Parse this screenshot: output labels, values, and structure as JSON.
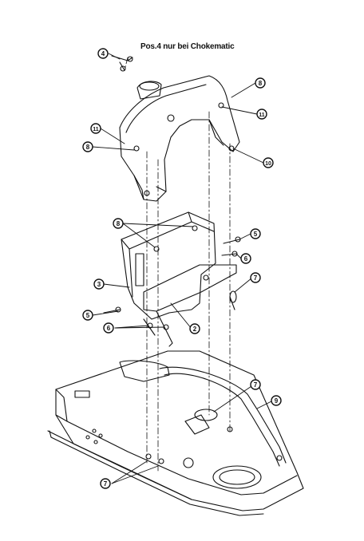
{
  "note": "Pos.4 nur bei Chokematic",
  "callouts": [
    {
      "id": "c4",
      "label": "4"
    },
    {
      "id": "c8-top",
      "label": "8"
    },
    {
      "id": "c11-r",
      "label": "11"
    },
    {
      "id": "c11-l",
      "label": "11"
    },
    {
      "id": "c8-l",
      "label": "8"
    },
    {
      "id": "c10",
      "label": "10"
    },
    {
      "id": "c8-mid",
      "label": "8"
    },
    {
      "id": "c5-r",
      "label": "5"
    },
    {
      "id": "c6-r",
      "label": "6"
    },
    {
      "id": "c3",
      "label": "3"
    },
    {
      "id": "c7-mid",
      "label": "7"
    },
    {
      "id": "c5-l",
      "label": "5"
    },
    {
      "id": "c6-l",
      "label": "6"
    },
    {
      "id": "c2",
      "label": "2"
    },
    {
      "id": "c7-low",
      "label": "7"
    },
    {
      "id": "c9",
      "label": "9"
    },
    {
      "id": "c7-bot",
      "label": "7"
    }
  ]
}
